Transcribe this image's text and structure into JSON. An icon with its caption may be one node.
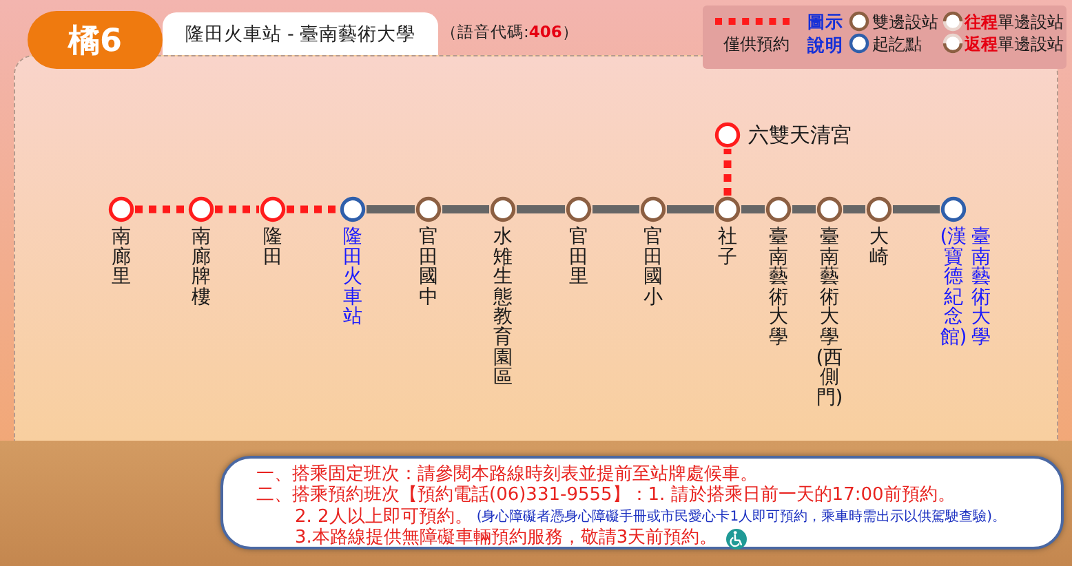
{
  "diagram": {
    "nodes": [
      {
        "text": [
          "橘6"
        ]
      },
      {
        "text": [
          "隆田火車站 - 臺南藝術大學"
        ]
      },
      {
        "text": [
          "南廊里"
        ]
      },
      {
        "text": [
          "南廊牌樓"
        ]
      },
      {
        "text": [
          "隆田"
        ]
      },
      {
        "text": [
          "隆田火車站"
        ]
      },
      {
        "text": [
          "官田國中"
        ]
      },
      {
        "text": [
          "水雉生態教育園區"
        ]
      },
      {
        "text": [
          "官田里"
        ]
      },
      {
        "text": [
          "官田國小"
        ]
      },
      {
        "text": [
          "社子"
        ]
      },
      {
        "text": [
          "六雙天清宮"
        ]
      },
      {
        "text": [
          "臺南藝術大學"
        ]
      },
      {
        "text": [
          "臺南藝術大學(西側門)"
        ]
      },
      {
        "text": [
          "大崎"
        ]
      },
      {
        "text": [
          "臺南藝術大學(漢寶德紀念館)"
        ]
      },
      {
        "text": [
          "一、搭乘固定班次：請參閱本路線時刻表並提前至站牌處候車。",
          "二、搭乘預約班次【預約電話(06)331-9555】：1. 請於搭乘日前一天的17:00前預約。",
          "2. 2人以上即可預約。",
          "(身心障礙者憑身心障礙手冊或市民愛心卡1人即可預約，乘車時需出示以供駕駛查驗)。",
          "3.本路線提供無障礙車輛預約服務，敬請3天前預約。"
        ]
      }
    ],
    "edges": [
      {
        "from": 2,
        "to": 3,
        "arrow": "none",
        "style": "dashed",
        "color": "#ff1a1a"
      },
      {
        "from": 3,
        "to": 4,
        "arrow": "none",
        "style": "dashed",
        "color": "#ff1a1a"
      },
      {
        "from": 4,
        "to": 5,
        "arrow": "none",
        "style": "dashed",
        "color": "#ff1a1a"
      },
      {
        "from": 5,
        "to": 6,
        "arrow": "none"
      },
      {
        "from": 6,
        "to": 7,
        "arrow": "none"
      },
      {
        "from": 7,
        "to": 8,
        "arrow": "none"
      },
      {
        "from": 8,
        "to": 9,
        "arrow": "none"
      },
      {
        "from": 9,
        "to": 10,
        "arrow": "none"
      },
      {
        "from": 10,
        "to": 11,
        "arrow": "none",
        "style": "dashed",
        "color": "#ff1a1a"
      },
      {
        "from": 10,
        "to": 12,
        "arrow": "none"
      },
      {
        "from": 12,
        "to": 13,
        "arrow": "none"
      },
      {
        "from": 13,
        "to": 14,
        "arrow": "none"
      },
      {
        "from": 14,
        "to": 15,
        "arrow": "none"
      }
    ],
    "labels": [
      "（語音代碼:**406**）",
      "圖示說明"
    ],
    "legend": [
      {
        "text": "僅供預約"
      },
      {
        "text": "雙邊設站"
      },
      {
        "text": "起訖點"
      },
      {
        "text": "**往程**單邊設站"
      },
      {
        "text": "**返程**單邊設站"
      }
    ]
  }
}
